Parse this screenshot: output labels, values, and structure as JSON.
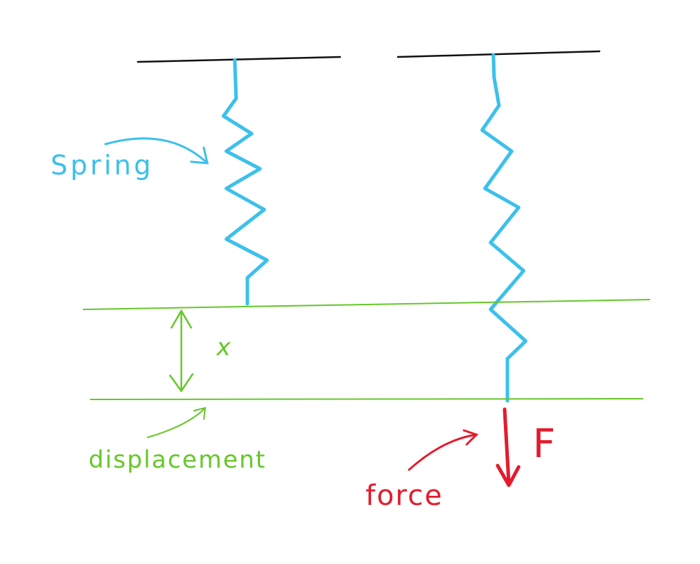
{
  "colors": {
    "spring": "#3cc0ec",
    "displacement": "#66c72a",
    "force": "#e41b2c",
    "ceiling": "#111111",
    "background": "#ffffff"
  },
  "labels": {
    "spring": "Spring",
    "x": "x",
    "displacement": "displacement",
    "force": "force",
    "F": "F"
  }
}
